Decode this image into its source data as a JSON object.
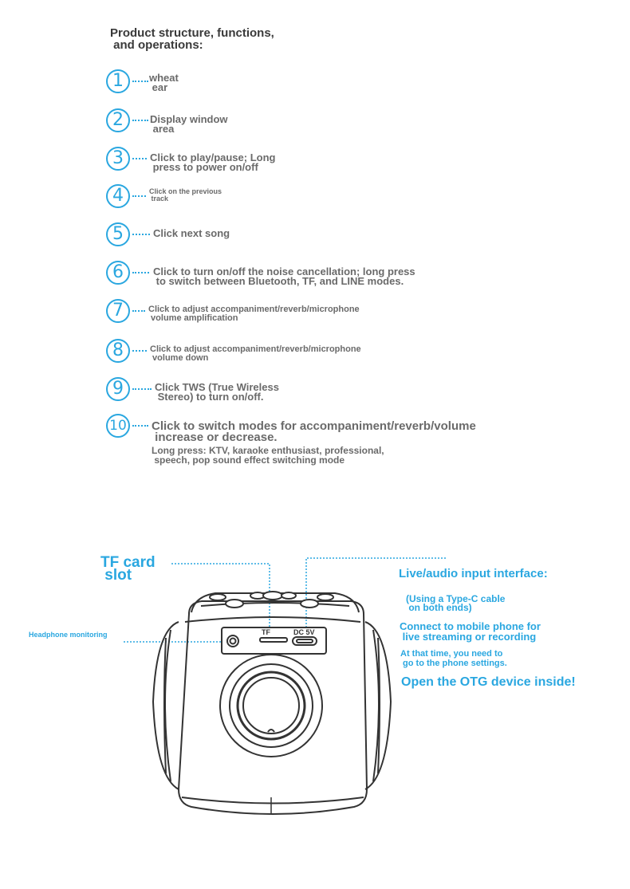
{
  "title": "Product structure, functions,\n and operations:",
  "items": [
    {
      "num": "1",
      "text": "wheat\n ear"
    },
    {
      "num": "2",
      "text": "Display window\n area"
    },
    {
      "num": "3",
      "text": "Click to play/pause; Long\n press to power on/off"
    },
    {
      "num": "4",
      "text": "Click on the previous\n track"
    },
    {
      "num": "5",
      "text": "Click next song"
    },
    {
      "num": "6",
      "text": "Click to turn on/off the noise cancellation; long press\n to switch between Bluetooth, TF, and LINE modes."
    },
    {
      "num": "7",
      "text": "Click to adjust accompaniment/reverb/microphone\n volume amplification"
    },
    {
      "num": "8",
      "text": "Click to adjust accompaniment/reverb/microphone\n volume down"
    },
    {
      "num": "9",
      "text": "Click TWS (True Wireless\n Stereo) to turn on/off."
    },
    {
      "num": "10",
      "text": "Click to switch modes for accompaniment/reverb/volume\n increase or decrease."
    }
  ],
  "item10_long_press": "Long press: KTV, karaoke enthusiast, professional,\n speech, pop sound effect switching mode",
  "diagram": {
    "tf_card_slot": "TF card\n slot",
    "headphone_monitoring": "Headphone monitoring",
    "live_audio_input": "Live/audio input interface:",
    "type_c_note": "(Using a Type-C cable\n on both ends)",
    "connect_note": "Connect to mobile phone for\n live streaming or recording",
    "at_that_time": "At that time, you need to\n go to the phone settings.",
    "otg": "Open the OTG device inside!",
    "panel_tf": "TF",
    "panel_dc": "DC 5V"
  },
  "colors": {
    "accent": "#2aa7e0",
    "text": "#6a6a6a",
    "line": "#333333"
  }
}
